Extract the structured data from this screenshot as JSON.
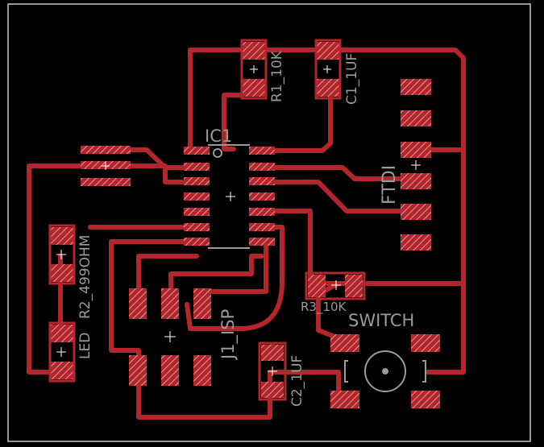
{
  "board": {
    "outline_color": "#c8c8c8",
    "trace_color": "#b3262b",
    "pad_color": "#b3262b",
    "pad_hatch_color": "#e8a0a0",
    "label_color": "#9a9a9a",
    "background": "#000000"
  },
  "labels": {
    "ic1": "IC1",
    "r1": "R1_10K",
    "c1": "C1_1UF",
    "ftdi": "FTDI",
    "r2": "R2_499OHM",
    "led": "LED",
    "j1": "J1_ISP",
    "r3": "R3_10K",
    "switch": "SWITCH",
    "c2": "C2_1UF"
  }
}
